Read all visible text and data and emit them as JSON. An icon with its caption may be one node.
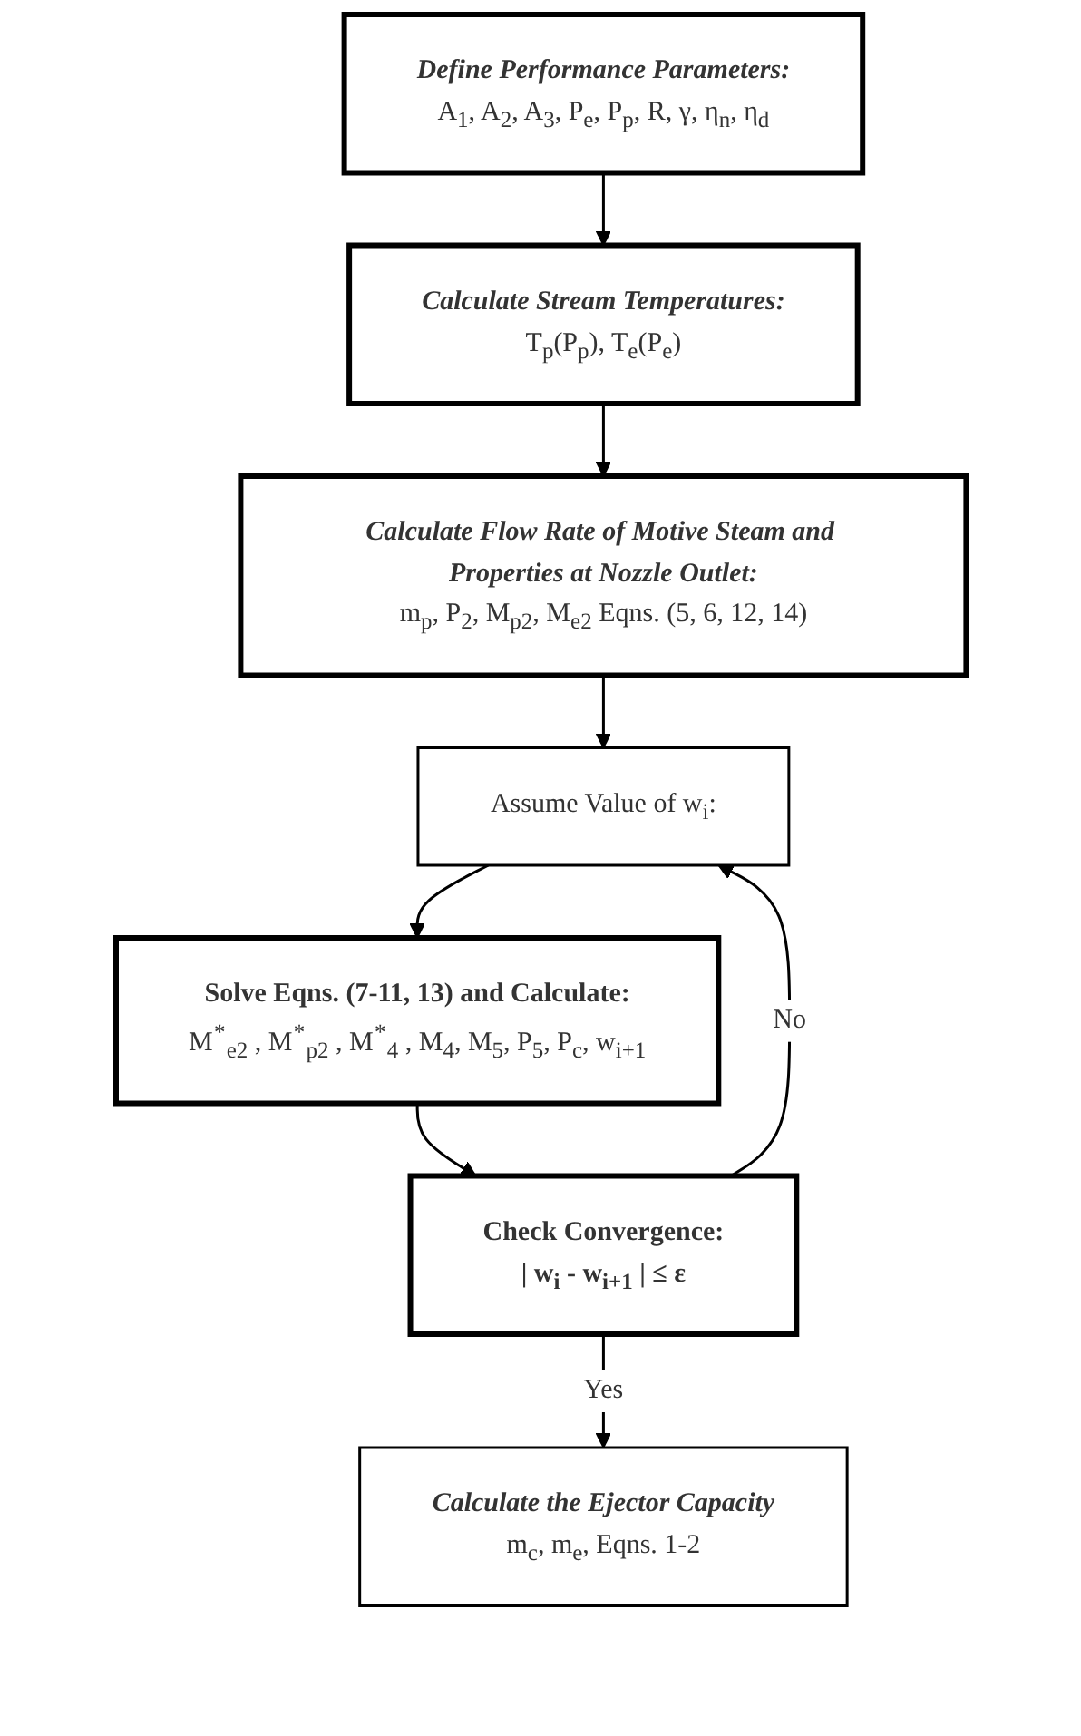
{
  "diagram": {
    "nodes": [
      {
        "text": [
          "Define Performance Parameters:",
          "A$_{1}$, A$_{2}$, A$_{3}$, P$_{e}$, P$_{p}$, R, γ, η$_{n}$, η$_{d}$"
        ]
      },
      {
        "text": [
          "Calculate Stream Temperatures:",
          "T$_{p}$(P$_{p}$), T$_{e}$(P$_{e}$)"
        ]
      },
      {
        "text": [
          "Calculate Flow Rate of Motive Steam and Properties at Nozzle Outlet:",
          "m$_{p}$, P$_{2}$, M$_{p}$$_{2}$, M$_{e}$$_{2}$ Eqns. (5, 6, 12, 14)"
        ]
      },
      {
        "text": [
          "Assume Value of w$_{i}$:"
        ]
      },
      {
        "text": [
          "Solve Eqns. (7-11, 13) and Calculate:",
          "M$^{*}$$_{e}$$_{2}$ , M$^{*}$$_{p}$$_{2}$ , M$^{*}$$_{4}$ , M$_{4}$, M$_{5}$, P$_{5}$, P$_{c}$, w$_{i+1}$"
        ]
      },
      {
        "text": [
          "Check Convergence:",
          "| w$_{i}$ - w$_{i+1}$ | ≤ ε"
        ]
      },
      {
        "text": [
          "Calculate the Ejector Capacity",
          "m$_{c}$, m$_{e}$, Eqns. 1-2"
        ]
      }
    ],
    "edges": [
      {
        "from": 0,
        "to": 1,
        "arrow": "to"
      },
      {
        "from": 1,
        "to": 2,
        "arrow": "to"
      },
      {
        "from": 2,
        "to": 3,
        "arrow": "to"
      },
      {
        "from": 3,
        "to": 4,
        "arrow": "to"
      },
      {
        "from": 4,
        "to": 5,
        "arrow": "to"
      },
      {
        "from": 5,
        "to": 6,
        "label": "Yes",
        "arrow": "to"
      },
      {
        "from": 5,
        "to": 3,
        "label": "No",
        "arrow": "to"
      }
    ]
  }
}
